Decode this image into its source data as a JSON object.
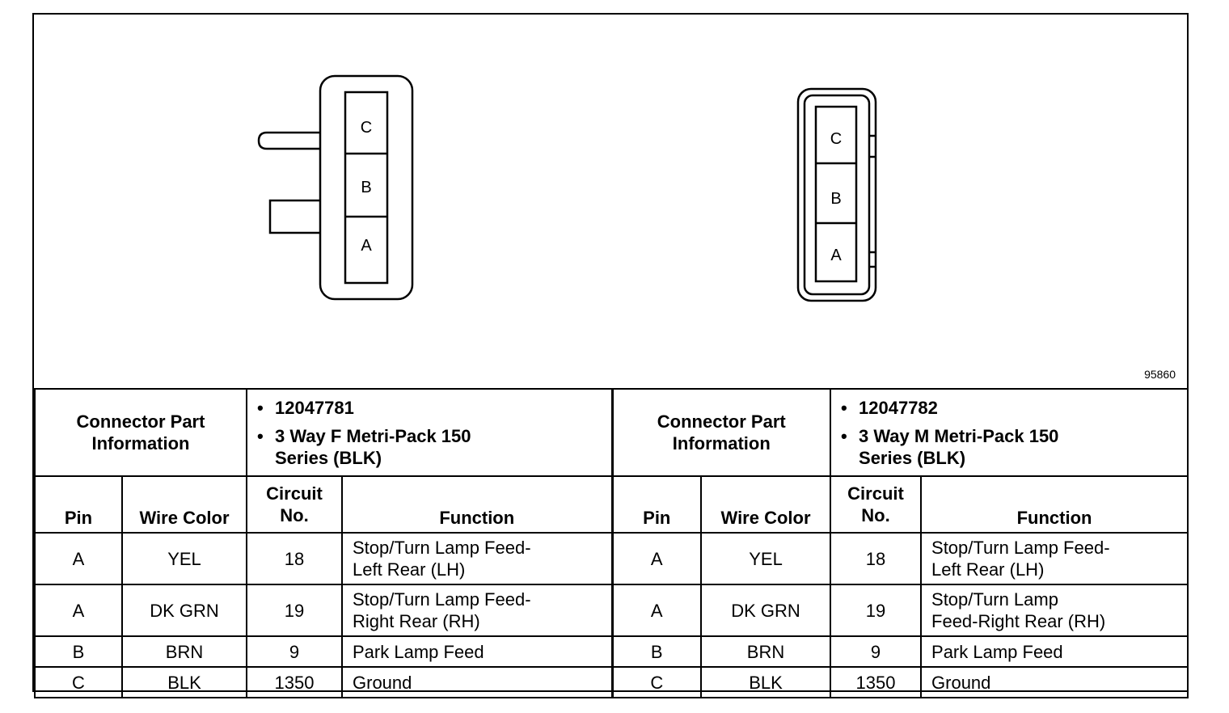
{
  "figure_number": "95860",
  "connector_left": {
    "pin_labels": [
      "C",
      "B",
      "A"
    ]
  },
  "connector_right": {
    "pin_labels": [
      "C",
      "B",
      "A"
    ]
  },
  "table": {
    "left": {
      "part_label": "Connector Part Information",
      "part_lines": [
        "12047781",
        "3 Way F Metri-Pack 150",
        "Series (BLK)"
      ],
      "headers": {
        "pin": "Pin",
        "wire": "Wire Color",
        "circuit_1": "Circuit",
        "circuit_2": "No.",
        "function": "Function"
      },
      "rows": [
        {
          "pin": "A",
          "wire": "YEL",
          "circuit": "18",
          "func_1": "Stop/Turn Lamp Feed-",
          "func_2": "Left Rear (LH)"
        },
        {
          "pin": "A",
          "wire": "DK GRN",
          "circuit": "19",
          "func_1": "Stop/Turn Lamp Feed-",
          "func_2": "Right Rear (RH)"
        },
        {
          "pin": "B",
          "wire": "BRN",
          "circuit": "9",
          "func_1": "Park Lamp Feed",
          "func_2": ""
        },
        {
          "pin": "C",
          "wire": "BLK",
          "circuit": "1350",
          "func_1": "Ground",
          "func_2": ""
        }
      ]
    },
    "right": {
      "part_label": "Connector Part Information",
      "part_lines": [
        "12047782",
        "3 Way M Metri-Pack 150",
        "Series (BLK)"
      ],
      "headers": {
        "pin": "Pin",
        "wire": "Wire Color",
        "circuit_1": "Circuit",
        "circuit_2": "No.",
        "function": "Function"
      },
      "rows": [
        {
          "pin": "A",
          "wire": "YEL",
          "circuit": "18",
          "func_1": "Stop/Turn Lamp Feed-",
          "func_2": "Left Rear (LH)"
        },
        {
          "pin": "A",
          "wire": "DK GRN",
          "circuit": "19",
          "func_1": "Stop/Turn Lamp",
          "func_2": "Feed-Right Rear (RH)"
        },
        {
          "pin": "B",
          "wire": "BRN",
          "circuit": "9",
          "func_1": "Park Lamp Feed",
          "func_2": ""
        },
        {
          "pin": "C",
          "wire": "BLK",
          "circuit": "1350",
          "func_1": "Ground",
          "func_2": ""
        }
      ]
    }
  }
}
